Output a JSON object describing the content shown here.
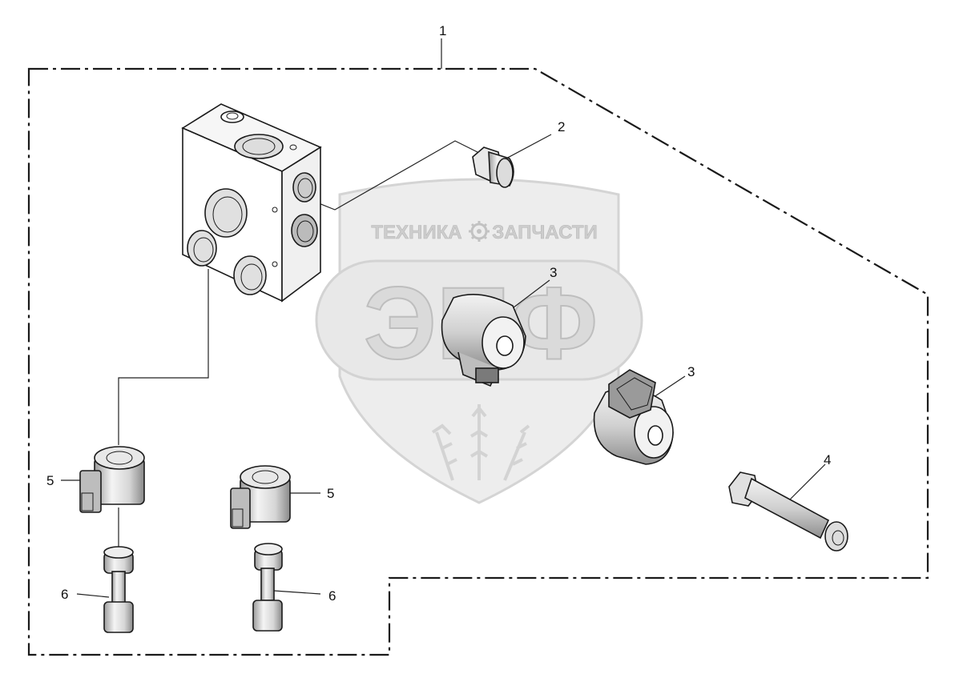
{
  "diagram": {
    "callouts": {
      "assembly": "1",
      "plug": "2",
      "coil_top": "3",
      "coil_right": "3",
      "bolt": "4",
      "connector_left": "5",
      "connector_right": "5",
      "screw_left": "6",
      "screw_right": "6"
    },
    "watermark": {
      "line1_left": "ТЕХНИКА",
      "line1_right": "ЗАПЧАСТИ",
      "monogram": "ЭПФ",
      "color": "#c8c8c8",
      "icon": "gear-icon"
    },
    "colors": {
      "line": "#1a1a1a",
      "part_light": "#f2f2f2",
      "part_shade": "#bdbdbd",
      "part_dark": "#7a7a7a"
    }
  }
}
